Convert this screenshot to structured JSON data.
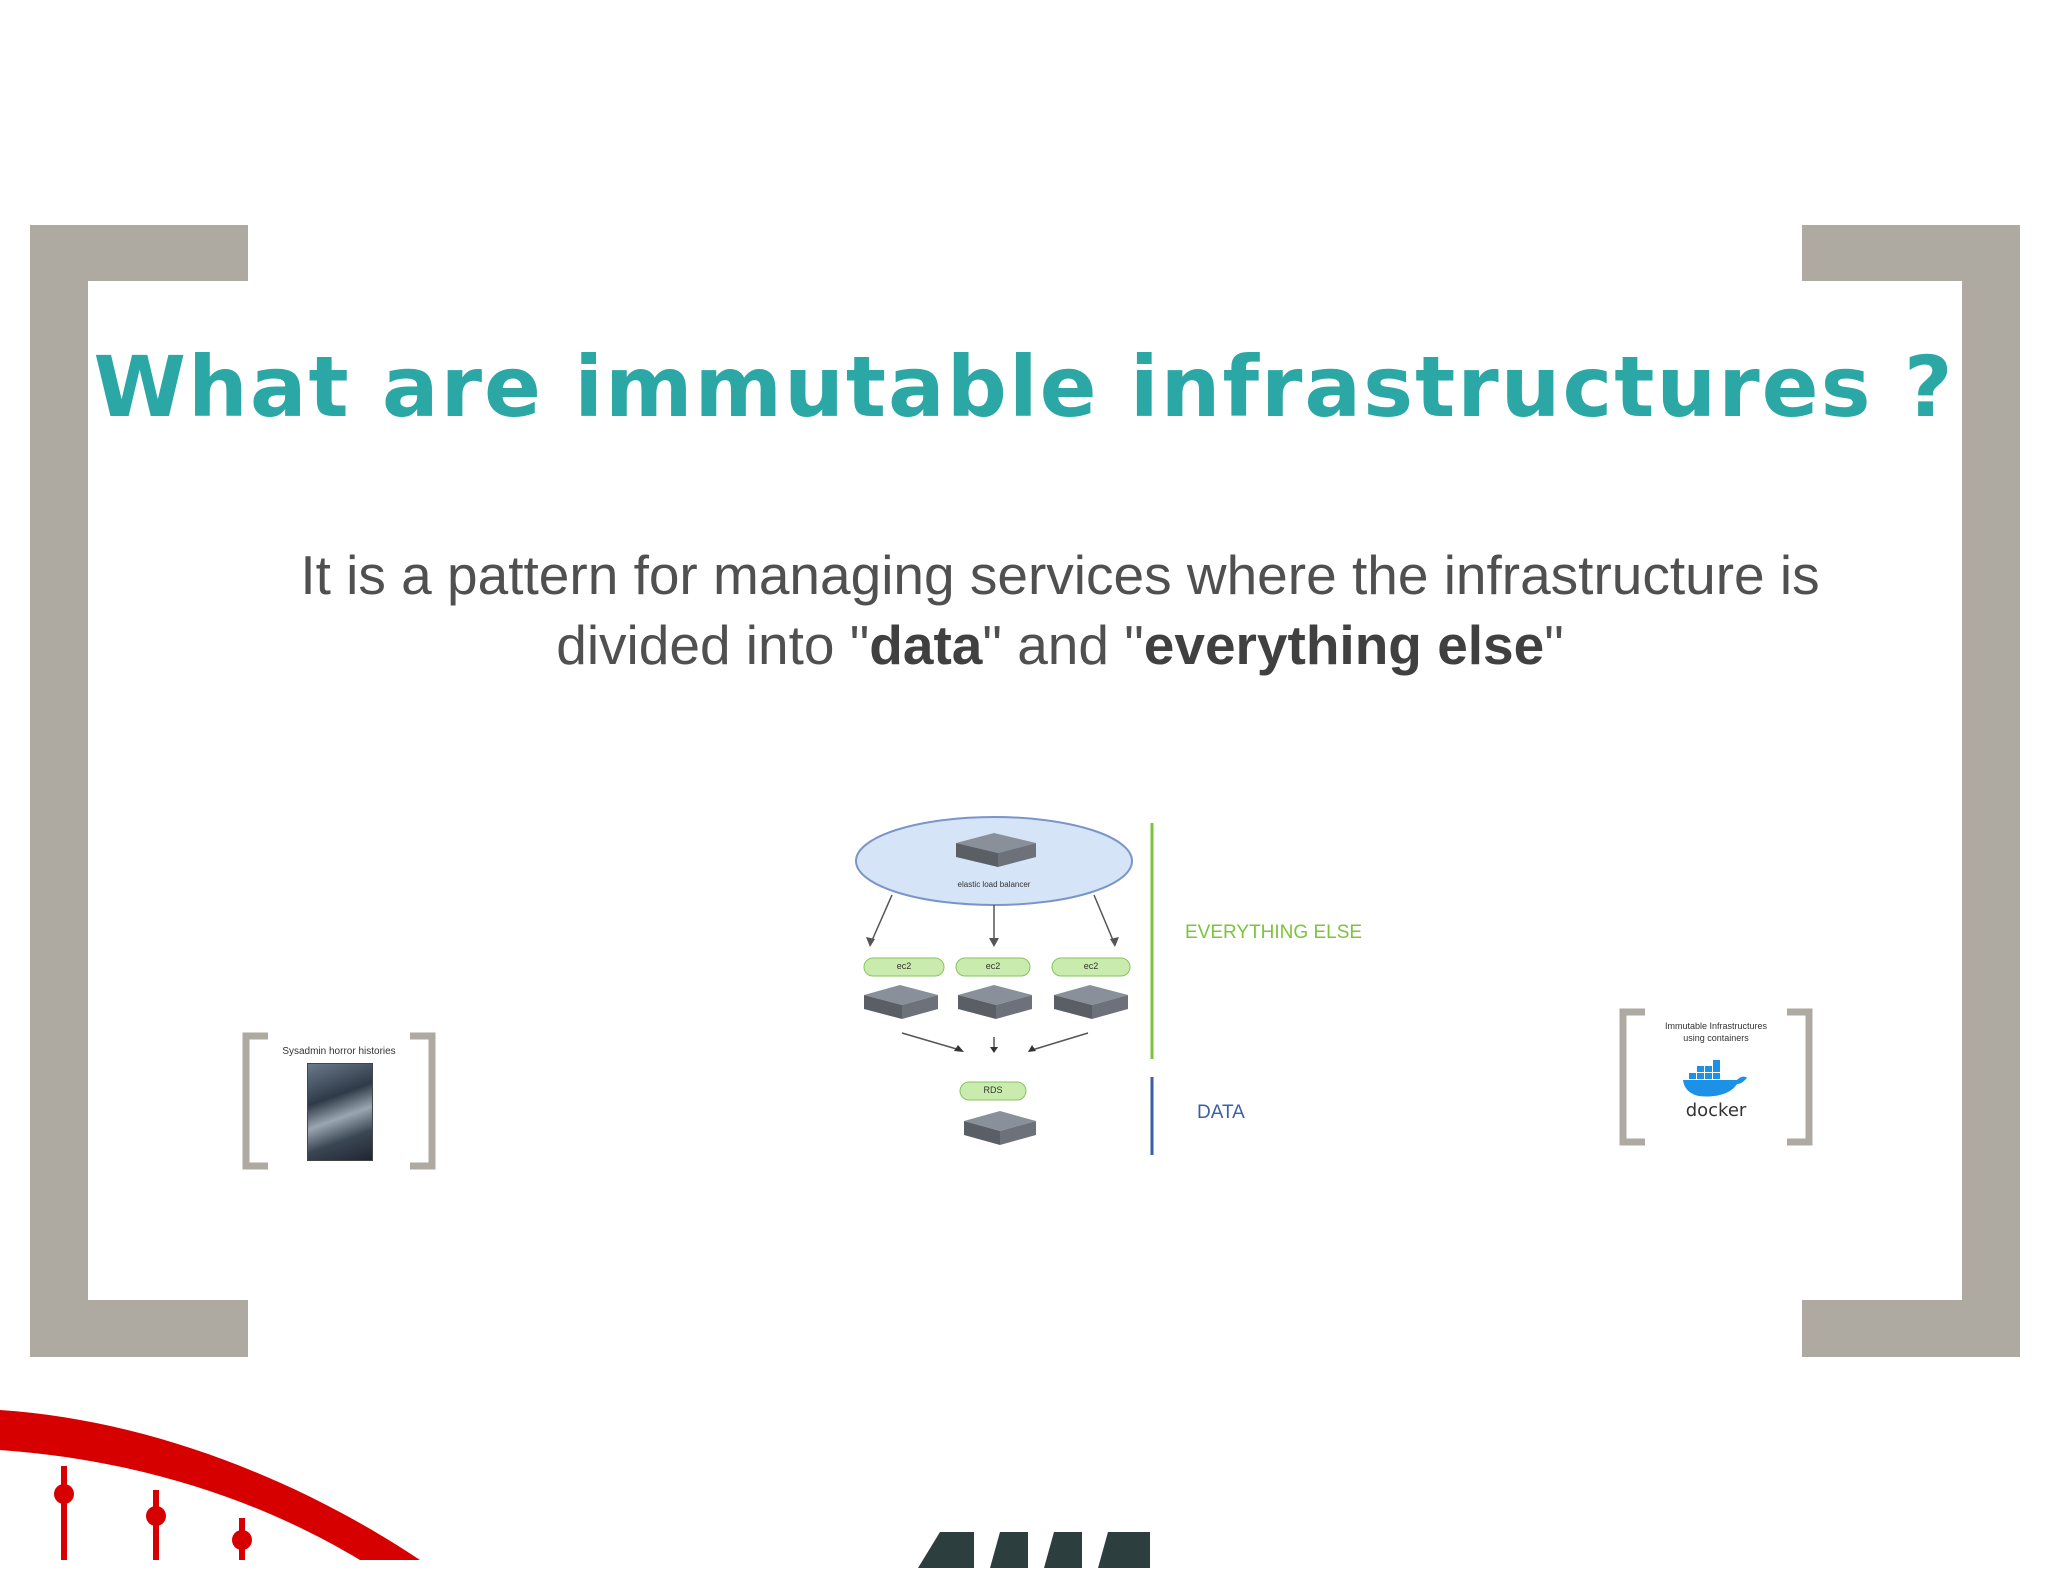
{
  "slide": {
    "title": "What are immutable infrastructures ?",
    "subtitle_line1": "It is a pattern for managing services where the infrastructure is",
    "subtitle_line2_a": "divided into \"",
    "subtitle_line2_b": "data",
    "subtitle_line2_c": "\" and \"",
    "subtitle_line2_d": "everything else",
    "subtitle_line2_e": "\""
  },
  "diagram": {
    "elb_label": "elastic load balancer",
    "ec2_labels": [
      "ec2",
      "ec2",
      "ec2"
    ],
    "rds_label": "RDS",
    "everything_else_label": "EVERYTHING ELSE",
    "data_label": "DATA"
  },
  "left_frame": {
    "caption": "Sysadmin horror histories"
  },
  "right_frame": {
    "caption_line1": "Immutable Infrastructures",
    "caption_line2": "using containers",
    "logo_text": "docker"
  },
  "colors": {
    "title": "#2ba7a5",
    "bracket": "#aeaaa2",
    "everything_else": "#7cc43d",
    "data": "#3b5ea8",
    "brand_red": "#d70000"
  }
}
